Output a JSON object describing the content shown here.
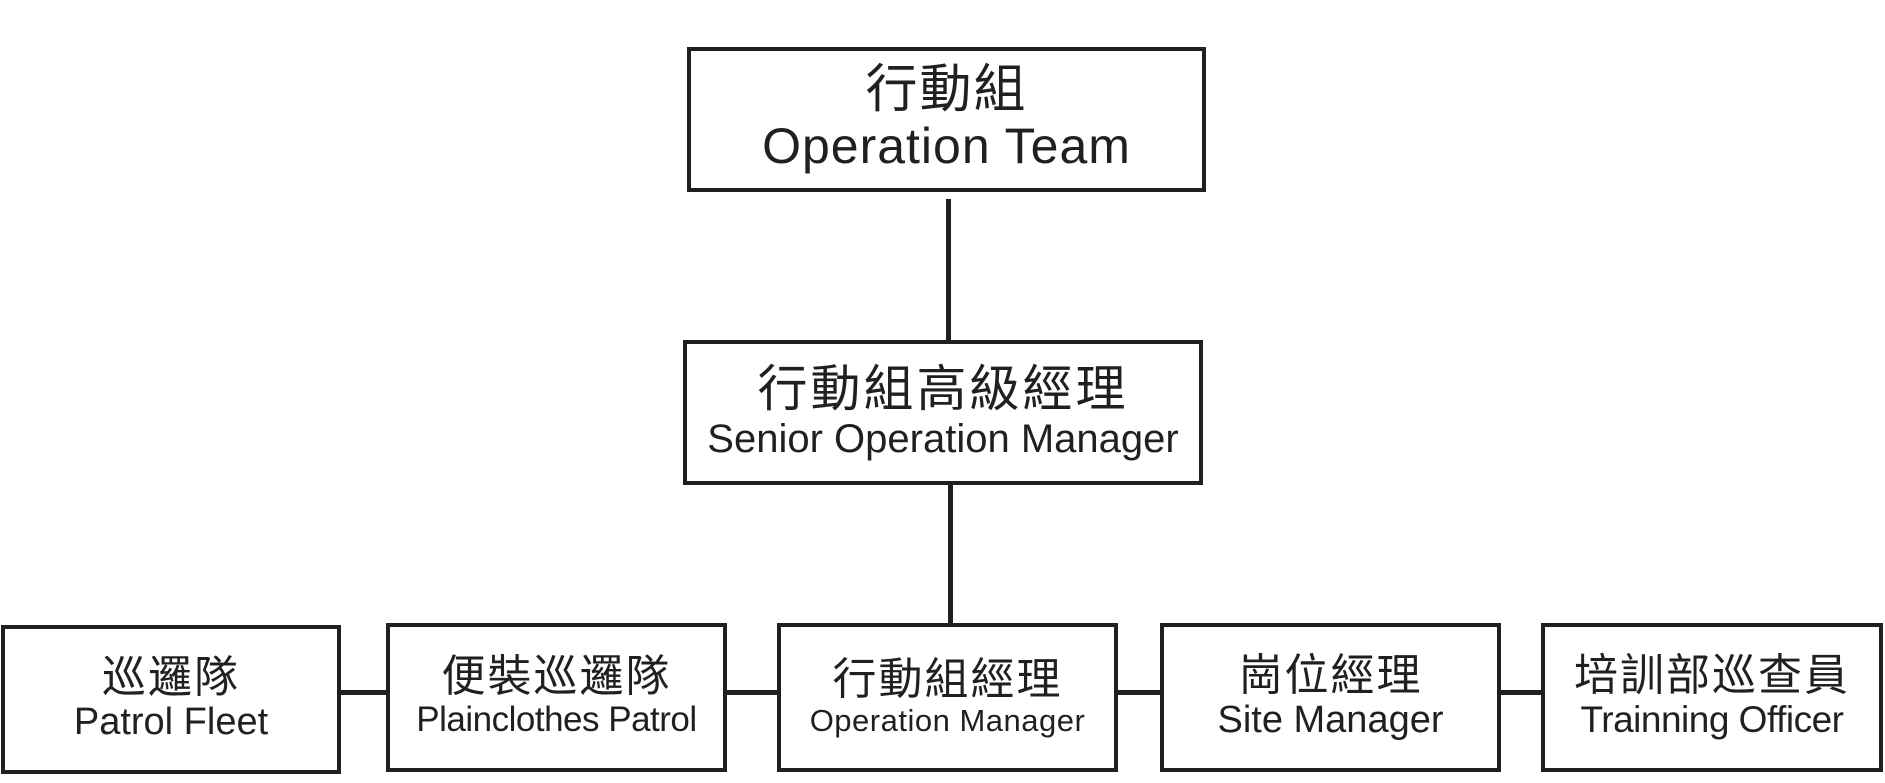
{
  "org_chart": {
    "top": {
      "zh": "行動組",
      "en": "Operation Team"
    },
    "senior": {
      "zh": "行動組高級經理",
      "en": "Senior Operation Manager"
    },
    "units": [
      {
        "zh": "巡邏隊",
        "en": "Patrol Fleet"
      },
      {
        "zh": "便裝巡邏隊",
        "en": "Plainclothes Patrol"
      },
      {
        "zh": "行動組經理",
        "en": "Operation Manager"
      },
      {
        "zh": "崗位經理",
        "en": "Site Manager"
      },
      {
        "zh": "培訓部巡查員",
        "en": "Trainning Officer"
      }
    ]
  },
  "colors": {
    "line": "#231f20",
    "background": "#ffffff"
  }
}
